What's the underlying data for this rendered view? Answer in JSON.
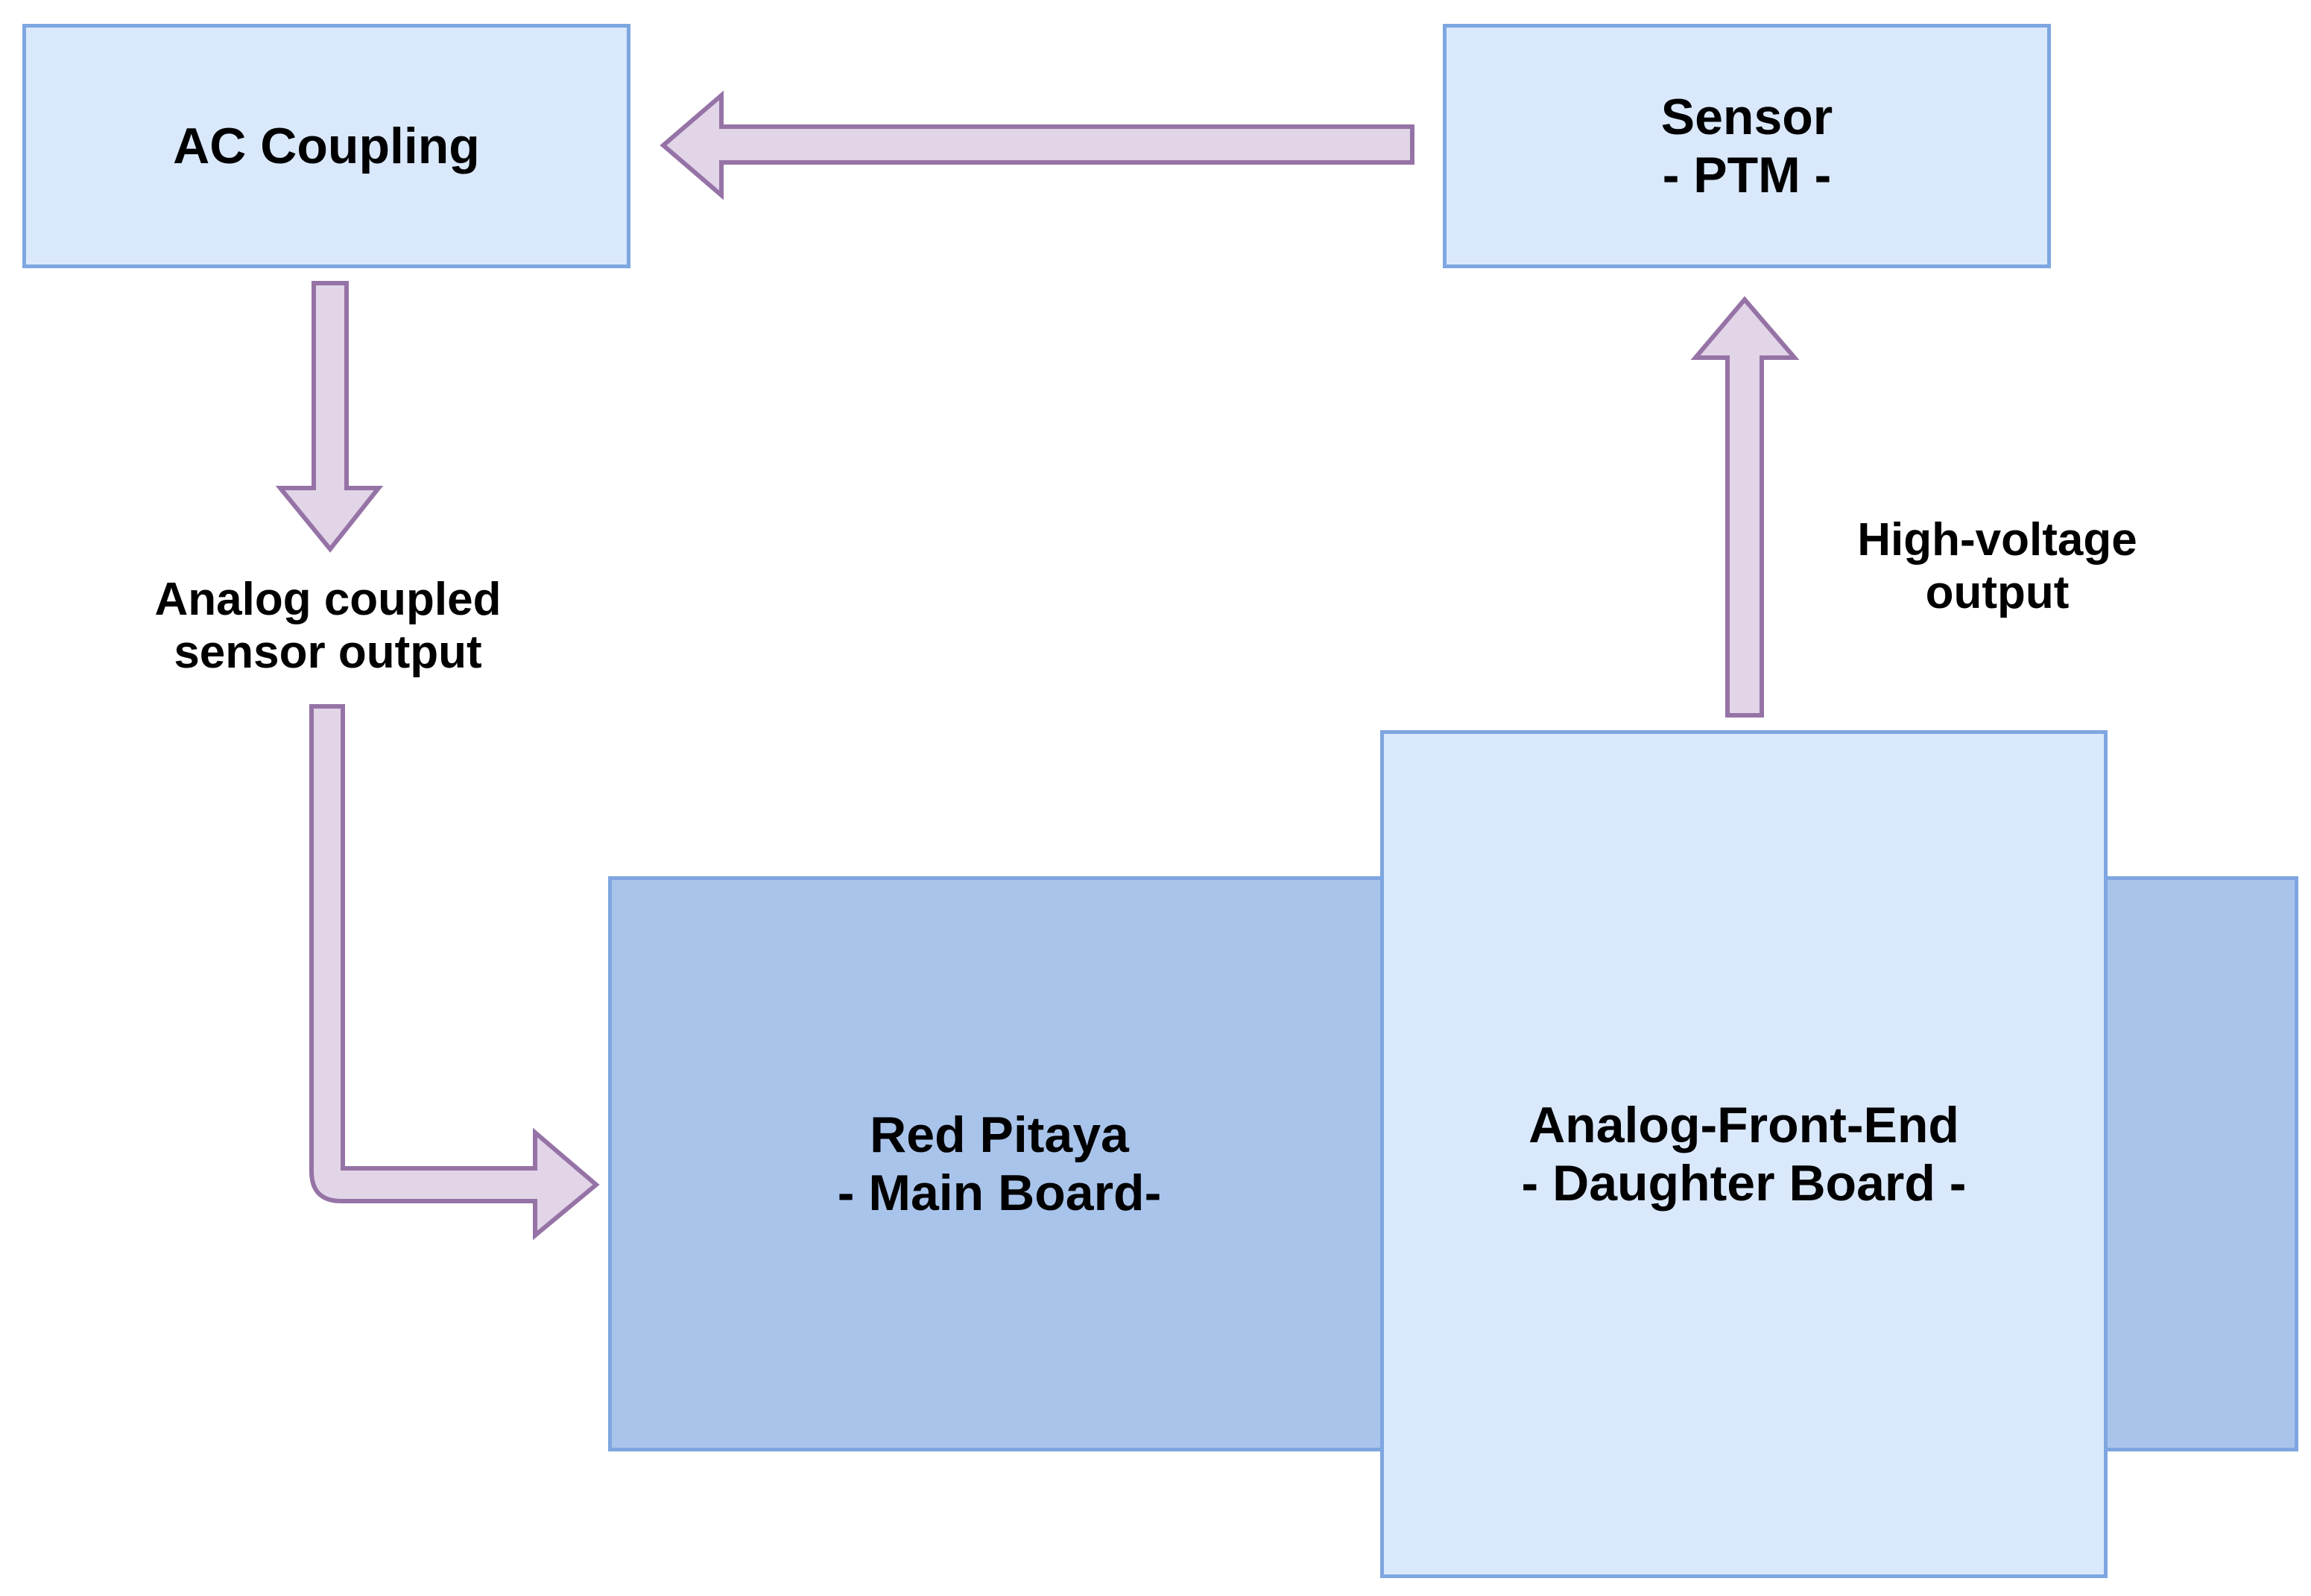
{
  "nodes": {
    "ac_coupling": {
      "line1": "AC Coupling"
    },
    "sensor": {
      "line1": "Sensor",
      "line2": "- PTM -"
    },
    "red_pitaya": {
      "line1": "Red Pitaya",
      "line2": "- Main Board-"
    },
    "afe": {
      "line1": "Analog-Front-End",
      "line2": "- Daughter Board -"
    }
  },
  "edge_labels": {
    "analog_coupled": {
      "line1": "Analog coupled",
      "line2": "sensor output"
    },
    "high_voltage": {
      "line1": "High-voltage",
      "line2": "output"
    }
  },
  "colors": {
    "box_light": "#dae8fc",
    "box_dark": "#a9c4eb",
    "box_border": "#7ea6e0",
    "arrow_fill": "#e1d5e7",
    "arrow_stroke": "#9673a6"
  }
}
